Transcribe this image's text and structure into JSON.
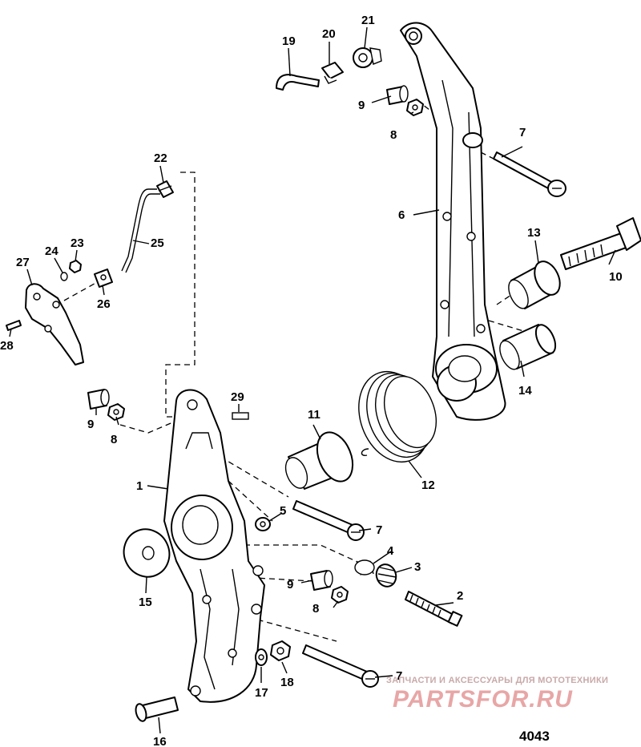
{
  "diagram": {
    "id": "4043",
    "labels": [
      "1",
      "2",
      "3",
      "4",
      "5",
      "6",
      "7",
      "7",
      "7",
      "8",
      "8",
      "8",
      "9",
      "9",
      "9",
      "10",
      "11",
      "12",
      "13",
      "14",
      "15",
      "16",
      "17",
      "18",
      "19",
      "20",
      "21",
      "22",
      "23",
      "24",
      "25",
      "26",
      "27",
      "28",
      "29"
    ]
  },
  "watermark": {
    "tagline": "ЗАПЧАСТИ И АКСЕССУАРЫ ДЛЯ МОТОТЕХНИКИ",
    "logo": "PARTSFOR.RU"
  }
}
